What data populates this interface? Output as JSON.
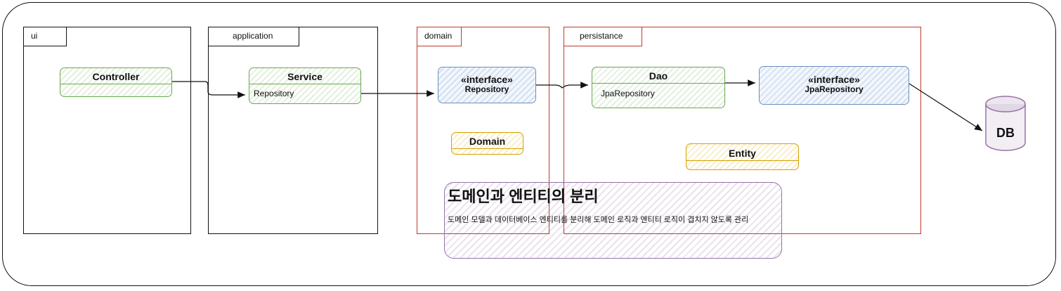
{
  "packages": {
    "ui": "ui",
    "application": "application",
    "domain": "domain",
    "persistance": "persistance"
  },
  "classes": {
    "controller": {
      "name": "Controller"
    },
    "service": {
      "name": "Service",
      "field": "Repository"
    },
    "repository": {
      "stereotype": "«interface»",
      "name": "Repository"
    },
    "domain": {
      "name": "Domain"
    },
    "dao": {
      "name": "Dao",
      "field": "JpaRepository"
    },
    "jpa_repository": {
      "stereotype": "«interface»",
      "name": "JpaRepository"
    },
    "entity": {
      "name": "Entity"
    }
  },
  "database": {
    "label": "DB"
  },
  "note": {
    "title": "도메인과 엔티티의 분리",
    "text": "도메인 모델과 데이터베이스 엔티티를 분리해 도메인 로직과 엔티티 로직이 겹치지 않도록 관리"
  },
  "colors": {
    "green": "#6aa84f",
    "blue": "#6c8ebf",
    "yellow": "#d6a000",
    "purple": "#9673a6",
    "red": "#c0392b"
  }
}
